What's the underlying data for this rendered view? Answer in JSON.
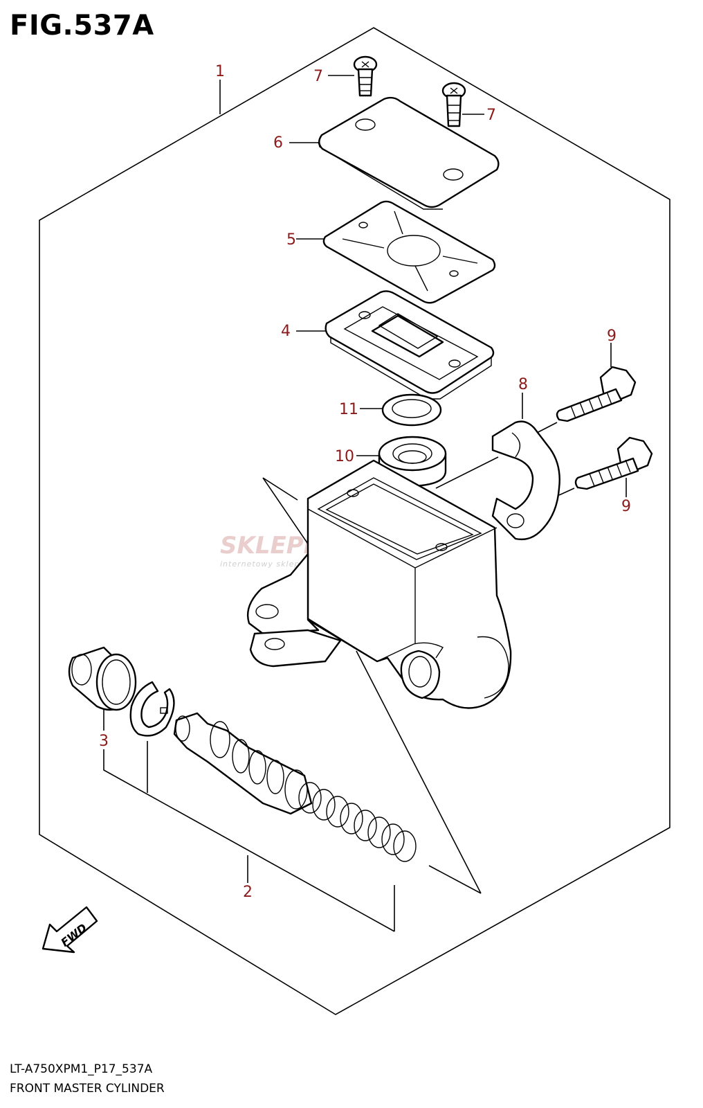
{
  "figure": {
    "title": "FIG.537A"
  },
  "footer": {
    "model_code": "LT-A750XPM1_P17_537A",
    "name": "FRONT MASTER CYLINDER"
  },
  "watermark": {
    "brand": "SKLEPMOTO46.PL",
    "tagline": "internetowy sklep motocyklowy"
  },
  "fwd_label": "FWD",
  "callouts": [
    {
      "id": "1",
      "label": "1"
    },
    {
      "id": "2",
      "label": "2"
    },
    {
      "id": "3",
      "label": "3"
    },
    {
      "id": "4",
      "label": "4"
    },
    {
      "id": "5",
      "label": "5"
    },
    {
      "id": "6",
      "label": "6"
    },
    {
      "id": "7a",
      "label": "7"
    },
    {
      "id": "7b",
      "label": "7"
    },
    {
      "id": "8",
      "label": "8"
    },
    {
      "id": "9a",
      "label": "9"
    },
    {
      "id": "9b",
      "label": "9"
    },
    {
      "id": "10",
      "label": "10"
    },
    {
      "id": "11",
      "label": "11"
    }
  ],
  "colors": {
    "callout": "#8b1a1a",
    "lines": "#000000",
    "watermark": "#e8c9c9"
  }
}
